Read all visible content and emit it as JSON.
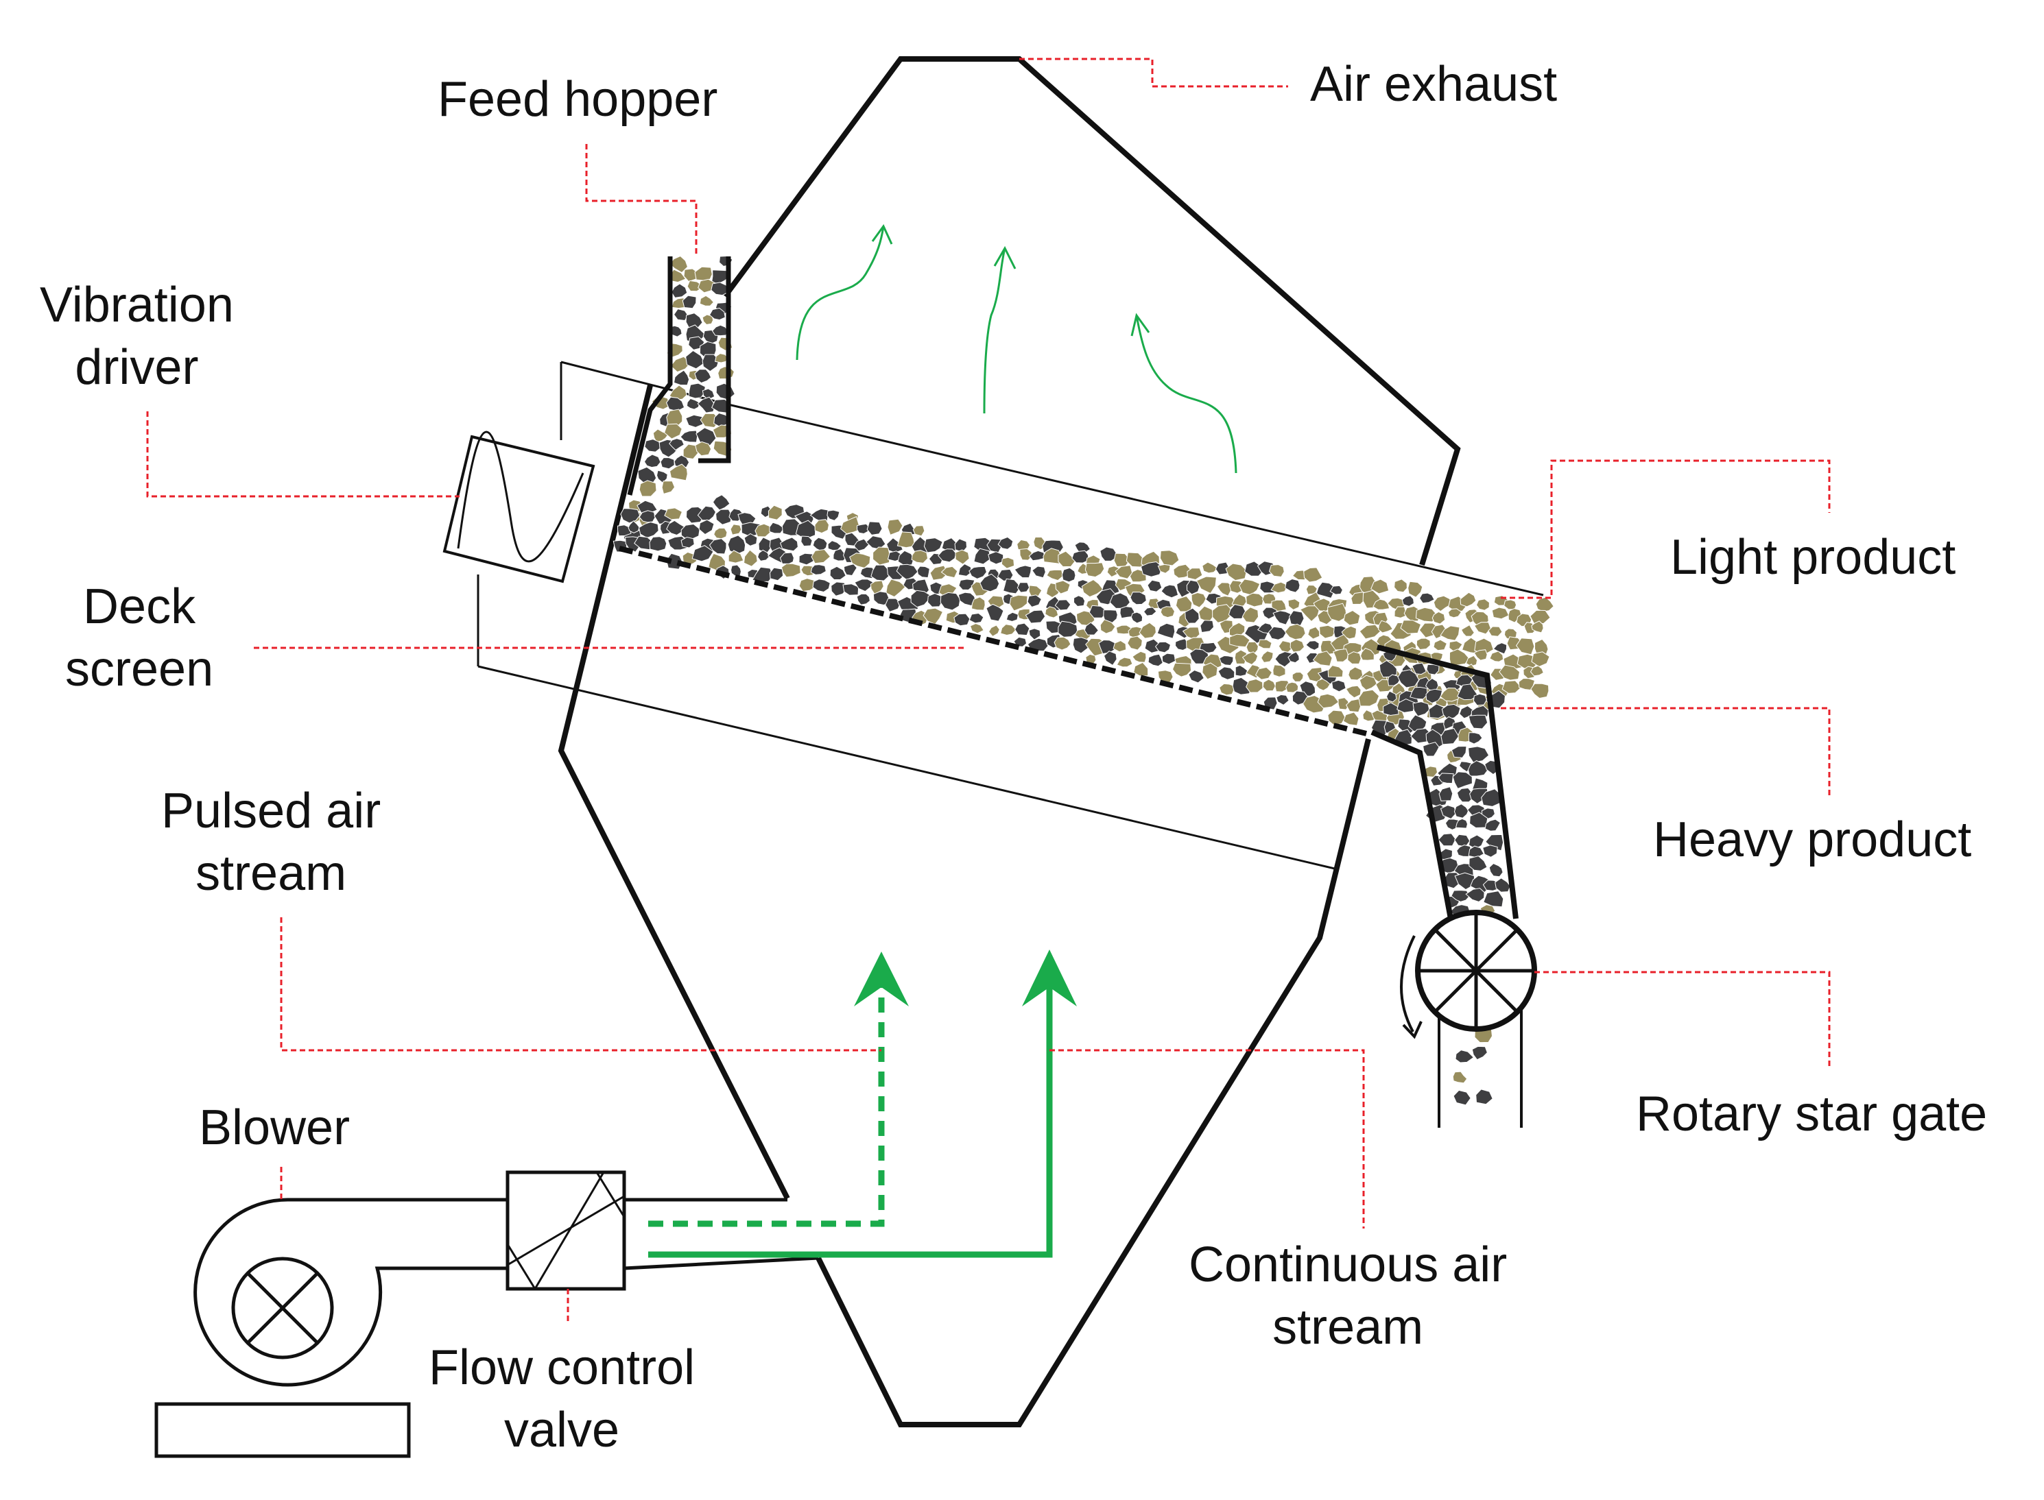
{
  "labels": {
    "feed_hopper": "Feed hopper",
    "air_exhaust": "Air exhaust",
    "vibration_driver": [
      "Vibration",
      "driver"
    ],
    "deck_screen": [
      "Deck",
      "screen"
    ],
    "light_product": "Light product",
    "heavy_product": "Heavy product",
    "pulsed_air_stream": [
      "Pulsed air",
      "stream"
    ],
    "rotary_star_gate": "Rotary star gate",
    "blower": "Blower",
    "continuous_air_stream": [
      "Continuous air",
      "stream"
    ],
    "flow_control_valve": [
      "Flow control",
      "valve"
    ]
  },
  "colors": {
    "outline": "#111111",
    "leader": "#e8202a",
    "air": "#1aab4b",
    "heavy_particle": "#3f3f41",
    "light_particle": "#978d5d"
  }
}
